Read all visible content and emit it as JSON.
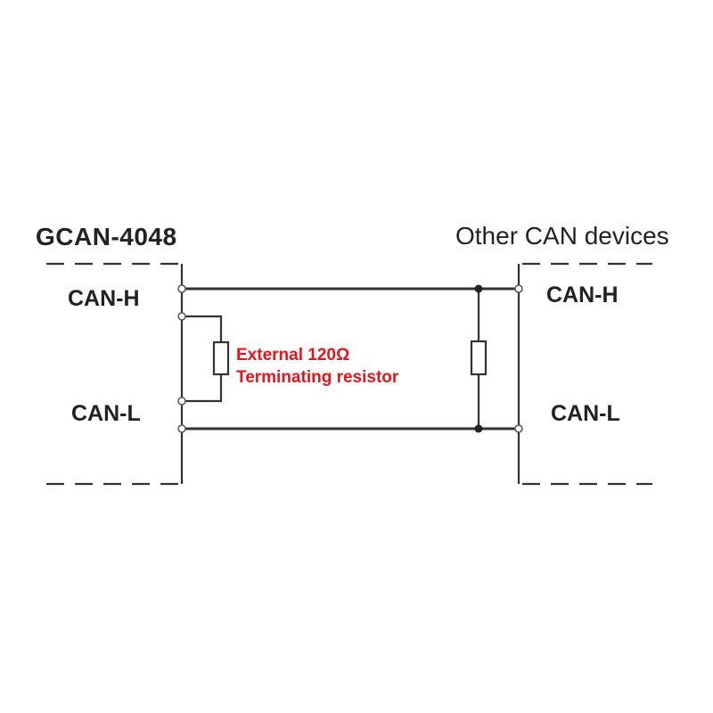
{
  "left_device": {
    "title": "GCAN-4048",
    "can_h": "CAN-H",
    "can_l": "CAN-L"
  },
  "right_device": {
    "title": "Other CAN devices",
    "can_h": "CAN-H",
    "can_l": "CAN-L"
  },
  "resistor_note": {
    "line1": "External 120Ω",
    "line2": "Terminating resistor",
    "color": "#e8141b"
  },
  "colors": {
    "line": "#333333",
    "text": "#222222"
  }
}
